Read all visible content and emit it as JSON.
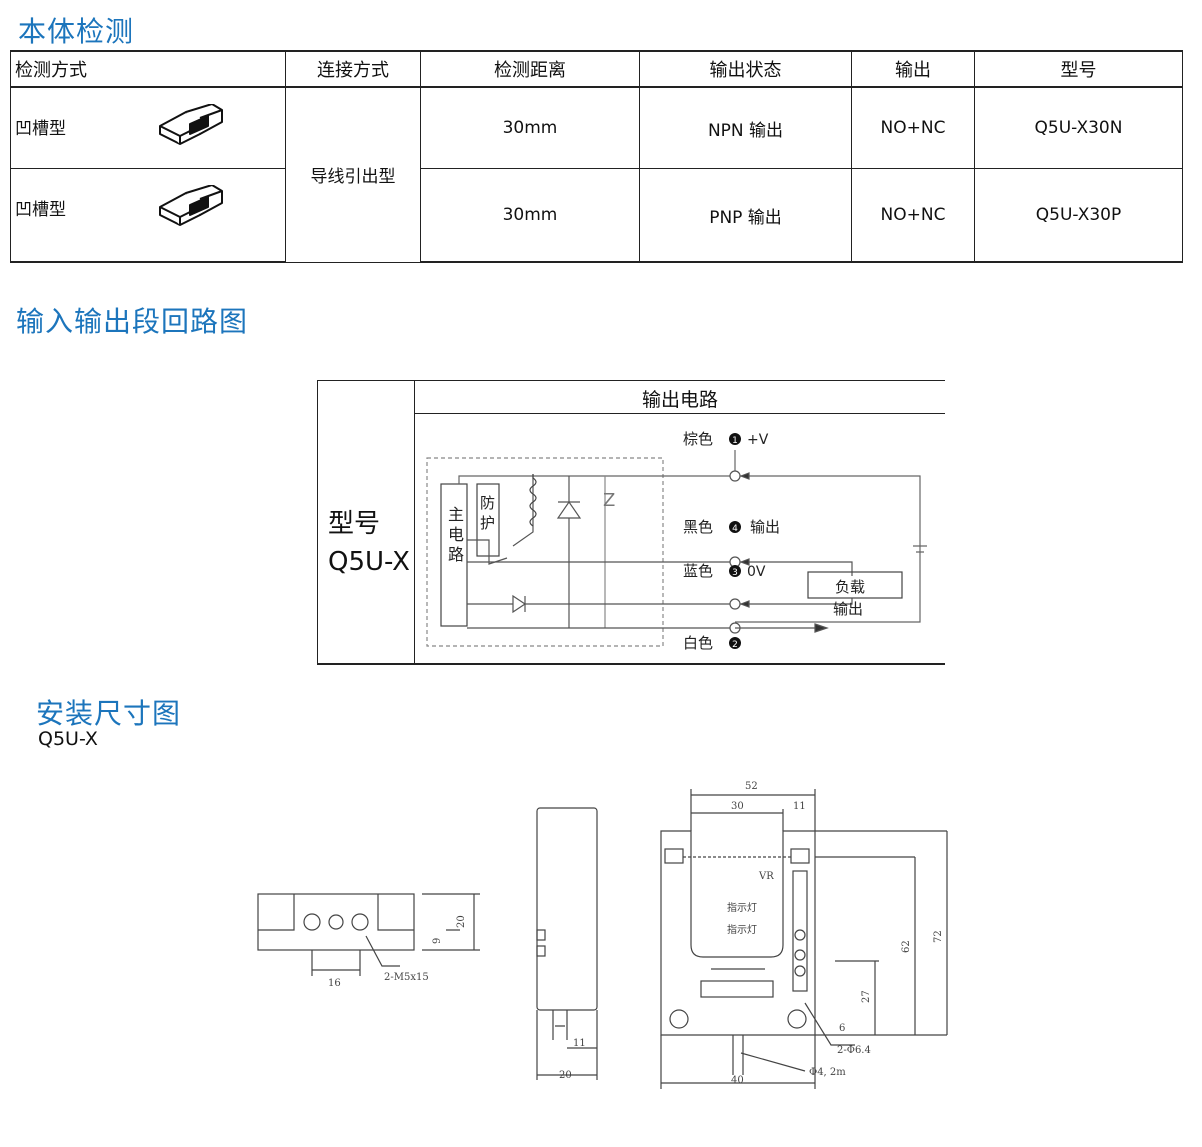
{
  "section1": {
    "title": "本体检测",
    "headers": [
      "检测方式",
      "连接方式",
      "检测距离",
      "输出状态",
      "输出",
      "型号"
    ],
    "rows": [
      {
        "type": "凹槽型",
        "distance": "30mm",
        "output_state": "NPN 输出",
        "output": "NO+NC",
        "model": "Q5U-X30N"
      },
      {
        "type": "凹槽型",
        "distance": "30mm",
        "output_state": "PNP 输出",
        "output": "NO+NC",
        "model": "Q5U-X30P"
      }
    ],
    "connection": "导线引出型"
  },
  "section2": {
    "title": "输入输出段回路图",
    "model_label_line1": "型号",
    "model_label_line2": "Q5U-X",
    "header": "输出电路",
    "main_circuit": "主电路",
    "protect": "防护",
    "brown": "棕色",
    "brown_num": "1",
    "vplus": "+V",
    "black": "黑色",
    "black_num": "4",
    "out1": "输出",
    "blue": "蓝色",
    "blue_num": "3",
    "zero_v": "0V",
    "load": "负载",
    "white": "白色",
    "white_num": "2",
    "out2": "输出"
  },
  "section3": {
    "title": "安装尺寸图",
    "subtitle": "Q5U-X",
    "dims": {
      "top_h": "20",
      "top_h2": "9",
      "top_w": "16",
      "screw": "2-M5x15",
      "side_w1": "11",
      "side_w2": "20",
      "w52": "52",
      "w30": "30",
      "w11": "11",
      "vr": "VR",
      "ind1": "指示灯",
      "ind2": "指示灯",
      "h62": "62",
      "h72": "72",
      "h27": "27",
      "h6": "6",
      "hole": "2-Φ6.4",
      "cable": "Φ4, 2m",
      "w40": "40"
    }
  }
}
